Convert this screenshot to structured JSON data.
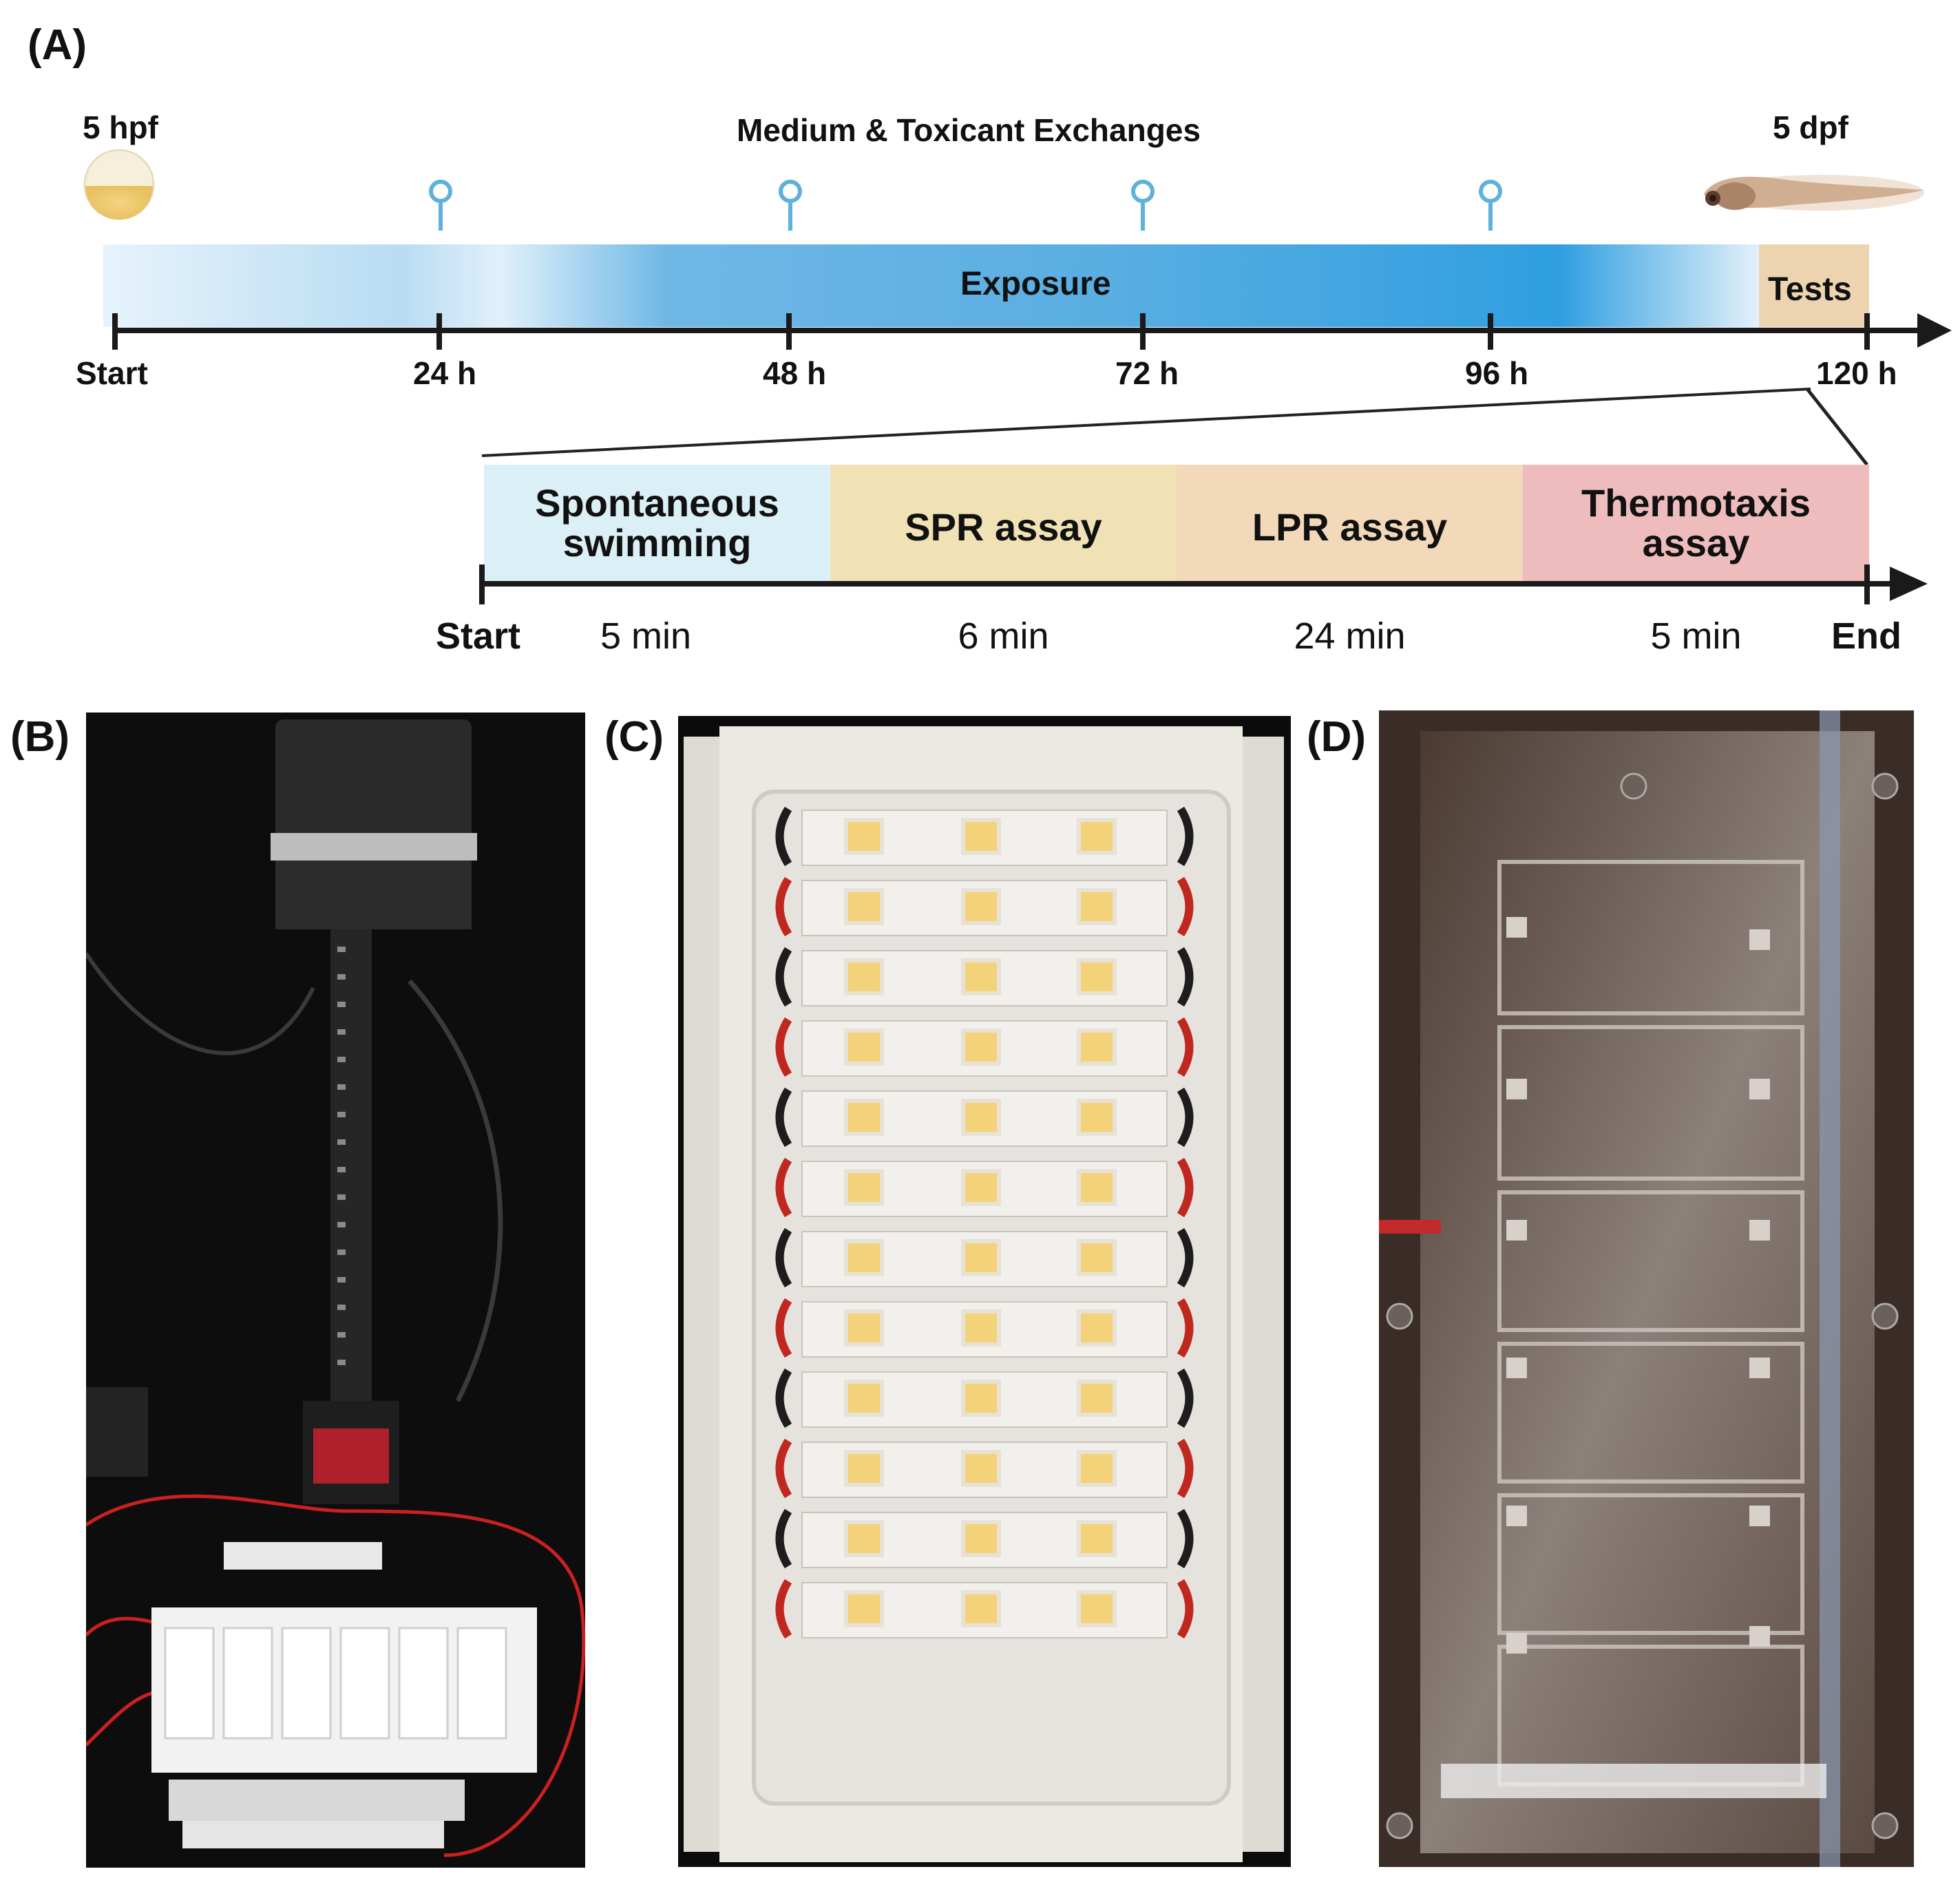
{
  "panel_a": {
    "label": "(A)",
    "start_stage": "5 hpf",
    "end_stage": "5 dpf",
    "exchanges_title": "Medium & Toxicant Exchanges",
    "exposure_label": "Exposure",
    "tests_label": "Tests",
    "ticks": [
      "Start",
      "24 h",
      "48 h",
      "72 h",
      "96 h",
      "120 h"
    ],
    "colors": {
      "exposure": "#3aa3e0",
      "tests": "#ecd4b0",
      "pin": "#5fb0da",
      "axis": "#1a1a1a"
    },
    "test_phases": [
      {
        "line1": "Spontaneous",
        "line2": "swimming",
        "duration": "5 min",
        "color": "#dbeff6"
      },
      {
        "line1": "SPR assay",
        "line2": "",
        "duration": "6 min",
        "color": "#f1e2b6"
      },
      {
        "line1": "LPR assay",
        "line2": "",
        "duration": "24 min",
        "color": "#f1d9b9"
      },
      {
        "line1": "Thermotaxis",
        "line2": "assay",
        "duration": "5 min",
        "color": "#eebcbc"
      }
    ],
    "test_start": "Start",
    "test_end": "End"
  },
  "panel_b": {
    "label": "(B)"
  },
  "panel_c": {
    "label": "(C)"
  },
  "panel_d": {
    "label": "(D)"
  }
}
